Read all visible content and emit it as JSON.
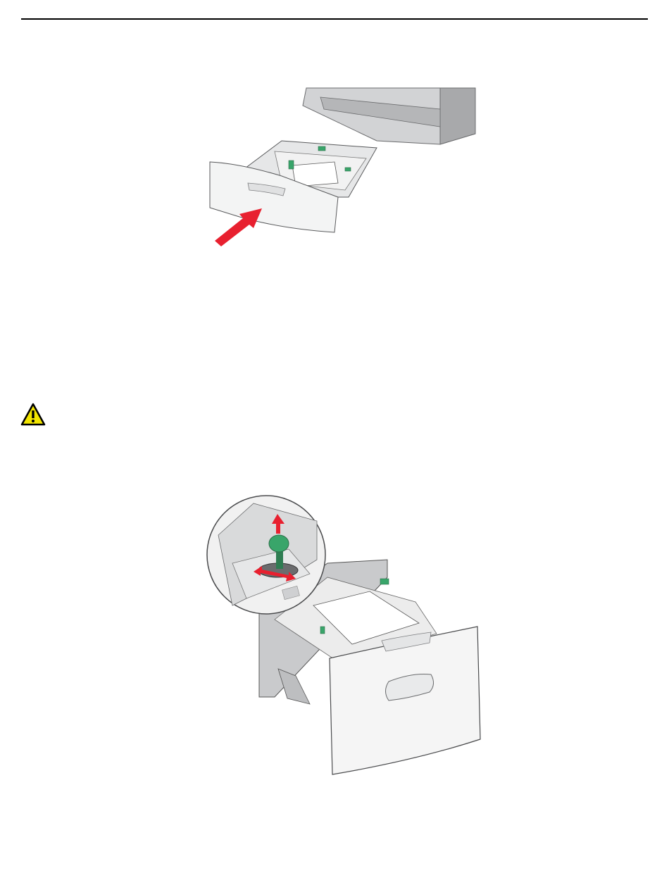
{
  "page": {
    "header_rule": true
  },
  "figures": [
    {
      "id": "tray-insert",
      "icon": "paper-tray-insert-illustration"
    },
    {
      "id": "drawer-guide",
      "icon": "drawer-length-guide-illustration"
    }
  ],
  "warning": {
    "icon": "caution-triangle-icon",
    "color": "#f2e500"
  },
  "colors": {
    "arrow": "#e8202f",
    "guide": "#39a56a"
  }
}
